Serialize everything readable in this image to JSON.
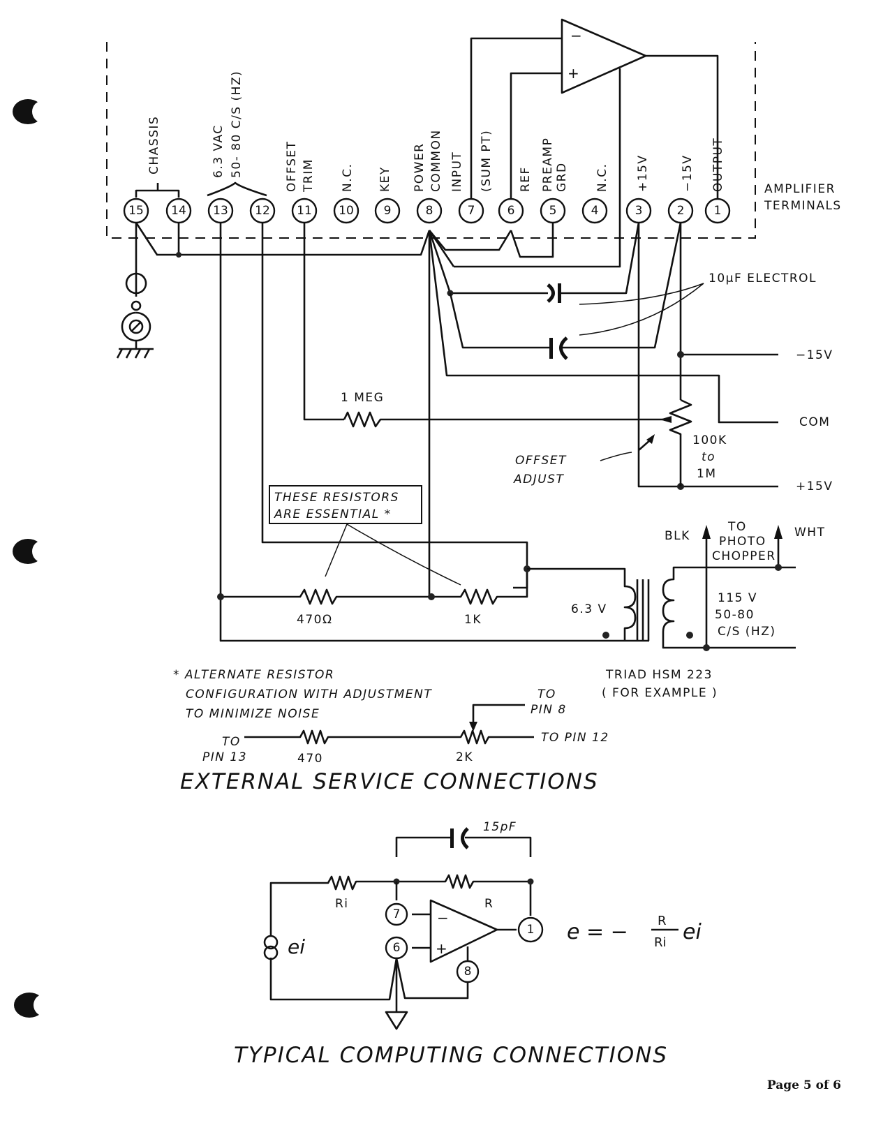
{
  "document": {
    "page_number": "Page 5 of 6"
  },
  "terminals": {
    "group_label": "AMPLIFIER TERMINALS",
    "group_label_line1": "AMPLIFIER",
    "group_label_line2": "TERMINALS",
    "pins": [
      {
        "num": "15",
        "label": ""
      },
      {
        "num": "14",
        "label": ""
      },
      {
        "num": "13",
        "label": ""
      },
      {
        "num": "12",
        "label": ""
      },
      {
        "num": "11",
        "label": "OFFSET TRIM",
        "line1": "OFFSET",
        "line2": "TRIM"
      },
      {
        "num": "10",
        "label": "N.C."
      },
      {
        "num": "9",
        "label": "KEY"
      },
      {
        "num": "8",
        "label": "POWER COMMON",
        "line1": "POWER",
        "line2": "COMMON"
      },
      {
        "num": "7",
        "label": "INPUT (SUM PT)",
        "line1": "INPUT",
        "line2": "(SUM PT)"
      },
      {
        "num": "6",
        "label": "REF"
      },
      {
        "num": "5",
        "label": "PREAMP GRD",
        "line1": "PREAMP",
        "line2": "GRD"
      },
      {
        "num": "4",
        "label": "N.C."
      },
      {
        "num": "3",
        "label": "+15V"
      },
      {
        "num": "2",
        "label": "−15V"
      },
      {
        "num": "1",
        "label": "OUTPUT"
      }
    ],
    "chassis_label": "CHASSIS",
    "vac_label_line1": "6.3 VAC",
    "vac_label_line2": "50- 80 C/S (HZ)"
  },
  "service": {
    "title": "EXTERNAL SERVICE CONNECTIONS",
    "capacitor_label": "10µF ELECTROL",
    "rail_minus": "−15V",
    "rail_com": "COM",
    "rail_plus": "+15V",
    "trim_resistor": "1 MEG",
    "pot_value_line1": "100K",
    "pot_value_line2": "to",
    "pot_value_line3": "1M",
    "offset_line1": "OFFSET",
    "offset_line2": "ADJUST",
    "note_line1": "THESE RESISTORS",
    "note_line2": "ARE ESSENTIAL *",
    "r1_value": "470Ω",
    "r2_value": "1K",
    "xfmr_secondary": "6.3 V",
    "xfmr_primary_line1": "115 V",
    "xfmr_primary_line2": "50-80",
    "xfmr_primary_line3": "C/S (HZ)",
    "blk": "BLK",
    "wht": "WHT",
    "chopper_line1": "TO",
    "chopper_line2": "PHOTO",
    "chopper_line3": "CHOPPER",
    "xfmr_model_line1": "TRIAD HSM 223",
    "xfmr_model_line2": "( FOR EXAMPLE )"
  },
  "alternate": {
    "line1": "* ALTERNATE RESISTOR",
    "line2": "CONFIGURATION WITH ADJUSTMENT",
    "line3": "TO MINIMIZE NOISE",
    "to_pin13_line1": "TO",
    "to_pin13_line2": "PIN 13",
    "to_pin8_line1": "TO",
    "to_pin8_line2": "PIN 8",
    "to_pin12": "TO PIN 12",
    "r_value": "470",
    "pot_value": "2K"
  },
  "computing": {
    "title": "TYPICAL COMPUTING CONNECTIONS",
    "cap_value": "15pF",
    "ri_label": "Ri",
    "r_label": "R",
    "source_label": "ei",
    "pin7": "7",
    "pin6": "6",
    "pin1": "1",
    "pin8": "8",
    "formula_lhs": "e = −",
    "formula_num": "R",
    "formula_den": "Ri",
    "formula_rhs": "ei"
  }
}
